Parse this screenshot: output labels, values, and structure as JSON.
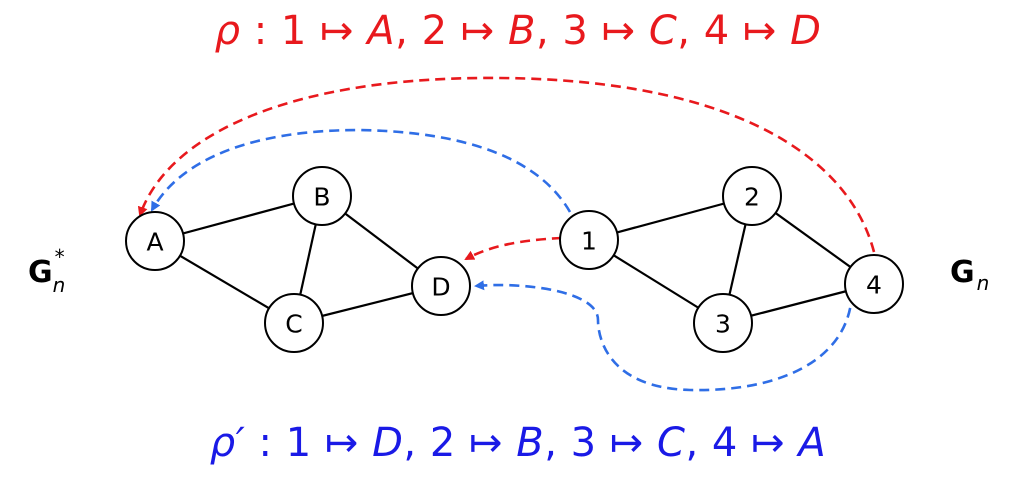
{
  "colors": {
    "red": "#e8191d",
    "blue": "#1a1ae6",
    "blue_arrow": "#2f6ee6",
    "black": "#000000"
  },
  "formula_top": {
    "rho": "ρ",
    "sep": " : ",
    "pairs": [
      {
        "from": "1",
        "to": "A"
      },
      {
        "from": "2",
        "to": "B"
      },
      {
        "from": "3",
        "to": "C"
      },
      {
        "from": "4",
        "to": "D"
      }
    ]
  },
  "formula_bottom": {
    "rho": "ρ′",
    "sep": " : ",
    "pairs": [
      {
        "from": "1",
        "to": "D"
      },
      {
        "from": "2",
        "to": "B"
      },
      {
        "from": "3",
        "to": "C"
      },
      {
        "from": "4",
        "to": "A"
      }
    ]
  },
  "arrow_symbol": "↦",
  "graph_left": {
    "label": "G",
    "sub": "n",
    "sup": "*",
    "nodes": {
      "A": "A",
      "B": "B",
      "C": "C",
      "D": "D"
    }
  },
  "graph_right": {
    "label": "G",
    "sub": "n",
    "nodes": {
      "n1": "1",
      "n2": "2",
      "n3": "3",
      "n4": "4"
    }
  }
}
